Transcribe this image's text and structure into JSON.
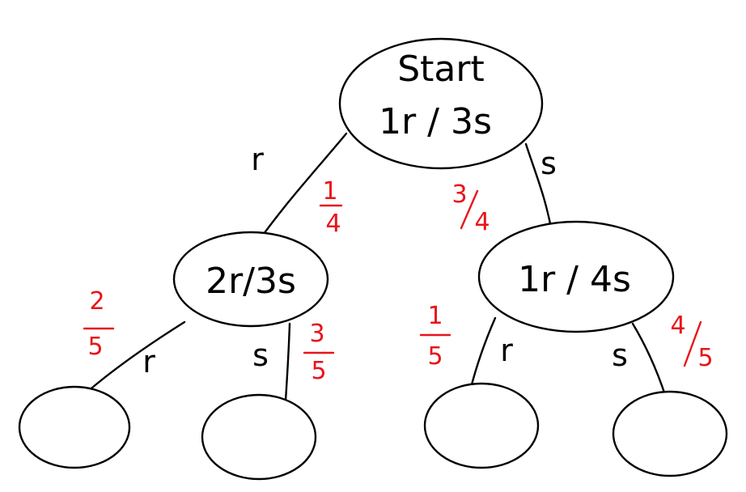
{
  "colors": {
    "ink": "#000000",
    "probability": "#e8141a",
    "background": "#ffffff"
  },
  "nodes": {
    "root": {
      "line1": "Start",
      "line2": "1r / 3s"
    },
    "left": {
      "label": "2r/3s"
    },
    "right": {
      "label": "1r / 4s"
    },
    "leaf_ll": {
      "label": ""
    },
    "leaf_lr": {
      "label": ""
    },
    "leaf_rl": {
      "label": ""
    },
    "leaf_rr": {
      "label": ""
    }
  },
  "edges": {
    "root_left": {
      "label": "r",
      "prob_num": "1",
      "prob_den": "4"
    },
    "root_right": {
      "label": "s",
      "prob_num": "3",
      "prob_den": "4"
    },
    "left_ll": {
      "label": "r",
      "prob_num": "2",
      "prob_den": "5"
    },
    "left_lr": {
      "label": "s",
      "prob_num": "3",
      "prob_den": "5"
    },
    "right_rl": {
      "label": "r",
      "prob_num": "1",
      "prob_den": "5"
    },
    "right_rr": {
      "label": "s",
      "prob_num": "4",
      "prob_den": "5"
    }
  }
}
